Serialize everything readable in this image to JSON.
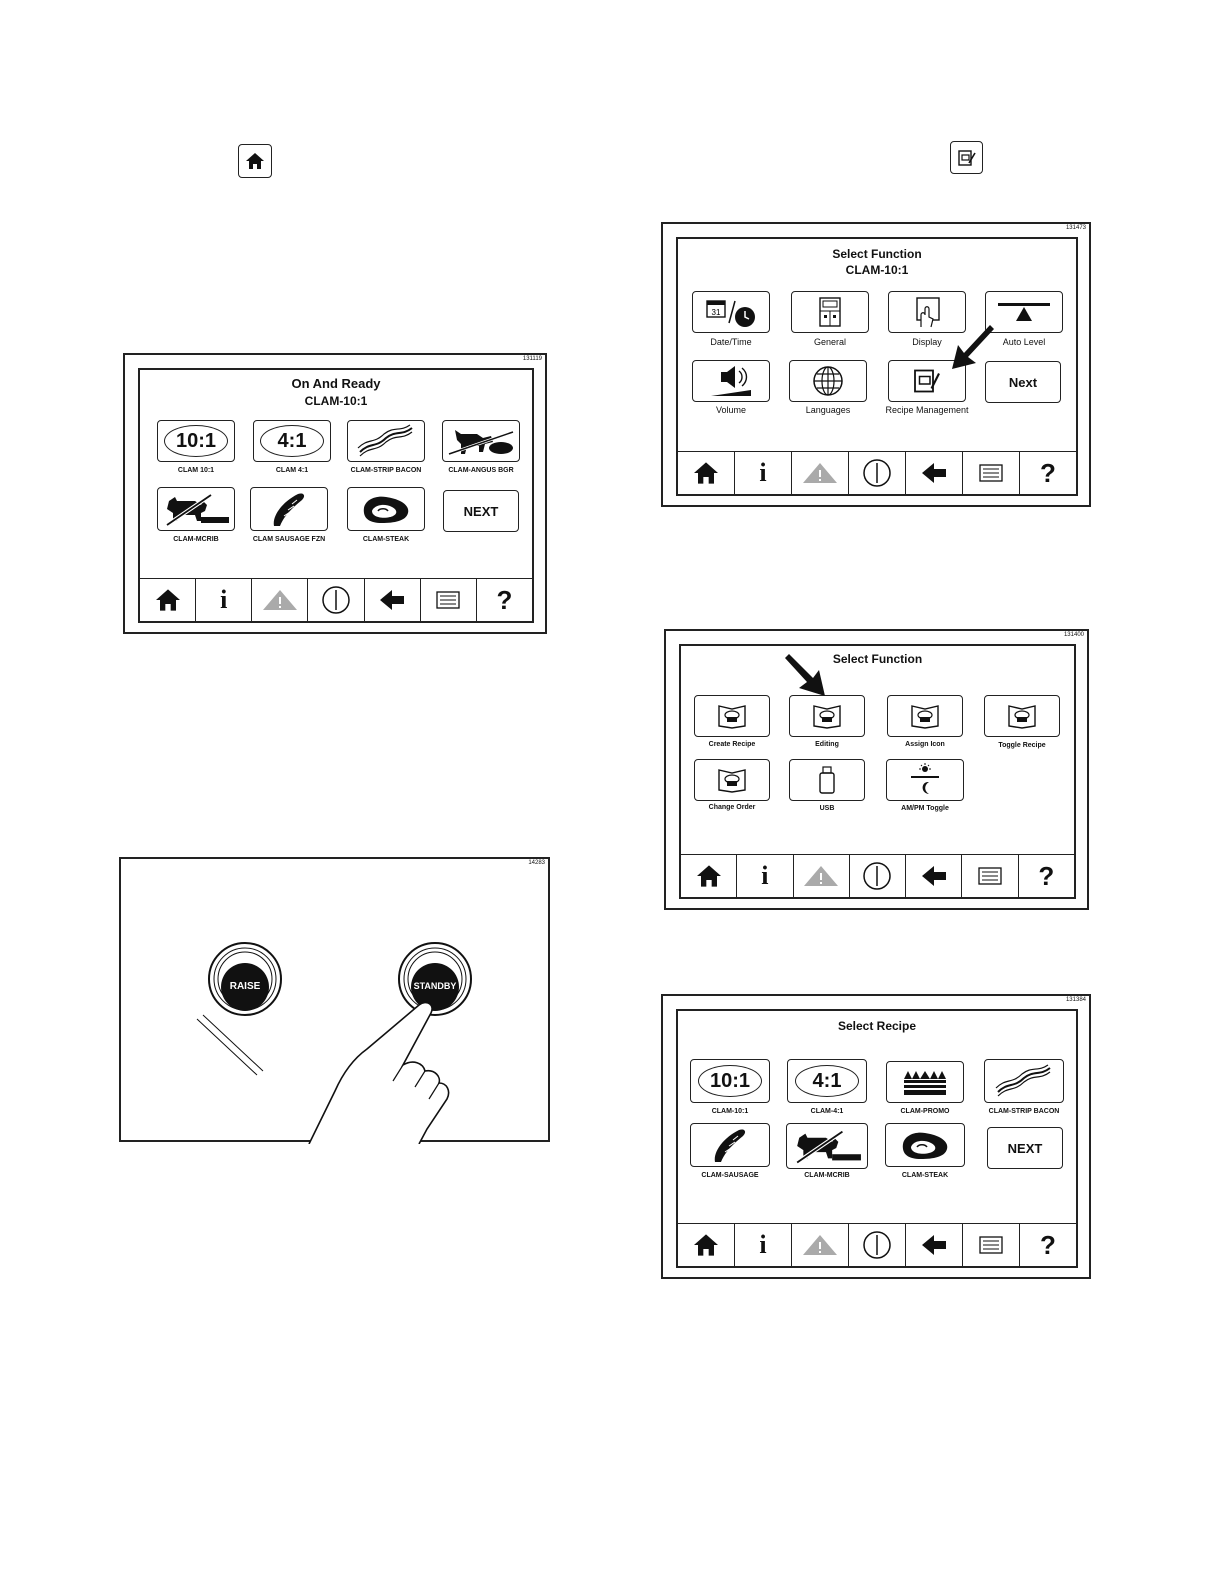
{
  "figures": {
    "on_ready": {
      "number": "131119",
      "title": "On And Ready",
      "subtitle": "CLAM-10:1",
      "tiles": [
        {
          "text": "10:1",
          "label": "CLAM 10:1"
        },
        {
          "text": "4:1",
          "label": "CLAM 4:1"
        },
        {
          "label": "CLAM-STRIP BACON"
        },
        {
          "label": "CLAM-ANGUS BGR"
        },
        {
          "label": "CLAM-MCRIB"
        },
        {
          "label": "CLAM SAUSAGE FZN"
        },
        {
          "label": "CLAM-STEAK"
        },
        {
          "text": "NEXT"
        }
      ]
    },
    "buttons_photo": {
      "number": "14283",
      "raise_label": "RAISE",
      "standby_label": "STANDBY"
    },
    "select_function_1": {
      "number": "131473",
      "title": "Select Function",
      "subtitle": "CLAM-10:1",
      "tiles": [
        {
          "label": "Date/Time",
          "icon_date": "31"
        },
        {
          "label": "General"
        },
        {
          "label": "Display"
        },
        {
          "label": "Auto Level"
        },
        {
          "label": "Volume"
        },
        {
          "label": "Languages"
        },
        {
          "label": "Recipe Management"
        },
        {
          "text": "Next"
        }
      ]
    },
    "select_function_2": {
      "number": "131400",
      "title": "Select Function",
      "tiles": [
        {
          "label": "Create Recipe"
        },
        {
          "label": "Editing"
        },
        {
          "label": "Assign Icon"
        },
        {
          "label": "Toggle Recipe"
        },
        {
          "label": "Change Order"
        },
        {
          "label": "USB"
        },
        {
          "label": "AM/PM Toggle"
        }
      ]
    },
    "select_recipe": {
      "number": "131384",
      "title": "Select Recipe",
      "tiles": [
        {
          "text": "10:1",
          "label": "CLAM-10:1"
        },
        {
          "text": "4:1",
          "label": "CLAM-4:1"
        },
        {
          "label": "CLAM-PROMO"
        },
        {
          "label": "CLAM-STRIP BACON"
        },
        {
          "label": "CLAM-SAUSAGE"
        },
        {
          "label": "CLAM-MCRIB"
        },
        {
          "label": "CLAM-STEAK"
        },
        {
          "text": "NEXT"
        }
      ]
    }
  },
  "nav_icons": [
    "home-icon",
    "info-icon",
    "warning-icon",
    "power-icon",
    "back-arrow-icon",
    "menu-list-icon",
    "help-icon"
  ],
  "help_glyph": "?",
  "info_glyph": "i"
}
